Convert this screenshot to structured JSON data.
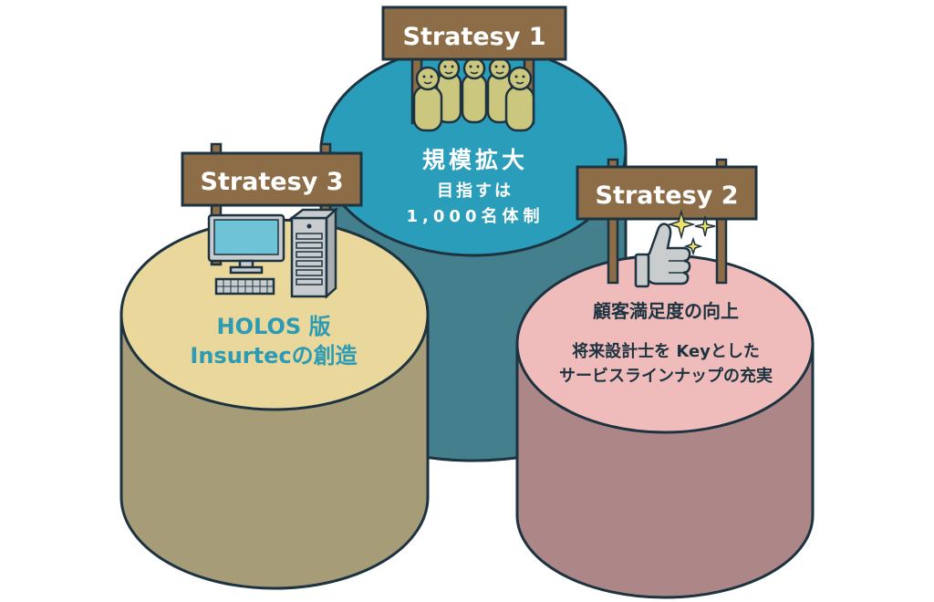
{
  "colors": {
    "outline": "#1d3340",
    "sign_board": "#8c6d47",
    "sign_text": "#ffffff",
    "center_top": "#2a9dba",
    "center_side": "#437f8c",
    "left_top": "#e9d79b",
    "left_side": "#a69c78",
    "right_top": "#efbcbb",
    "right_side": "#ad8787",
    "title_teal": "#2d9bb3",
    "body_dark": "#1d3340",
    "people": "#ccc77f",
    "thumb": "#c9cdce",
    "sparkle": "#efe16a",
    "monitor": "#6fc3d6",
    "pc_case": "#c8cccf"
  },
  "strategy1": {
    "sign_label": "Stratesy 1",
    "icon": "group-of-people-icon",
    "title": "規模拡大",
    "line1": "目指すは",
    "line2": "1,000名体制"
  },
  "strategy2": {
    "sign_label": "Stratesy 2",
    "icon": "thumbs-up-icon",
    "title": "顧客満足度の向上",
    "line1": "将来設計士を Keyとした",
    "line2": "サービスラインナップの充実"
  },
  "strategy3": {
    "sign_label": "Stratesy 3",
    "icon": "desktop-computer-icon",
    "title_line1": "HOLOS 版",
    "title_line2": "Insurtecの創造"
  }
}
